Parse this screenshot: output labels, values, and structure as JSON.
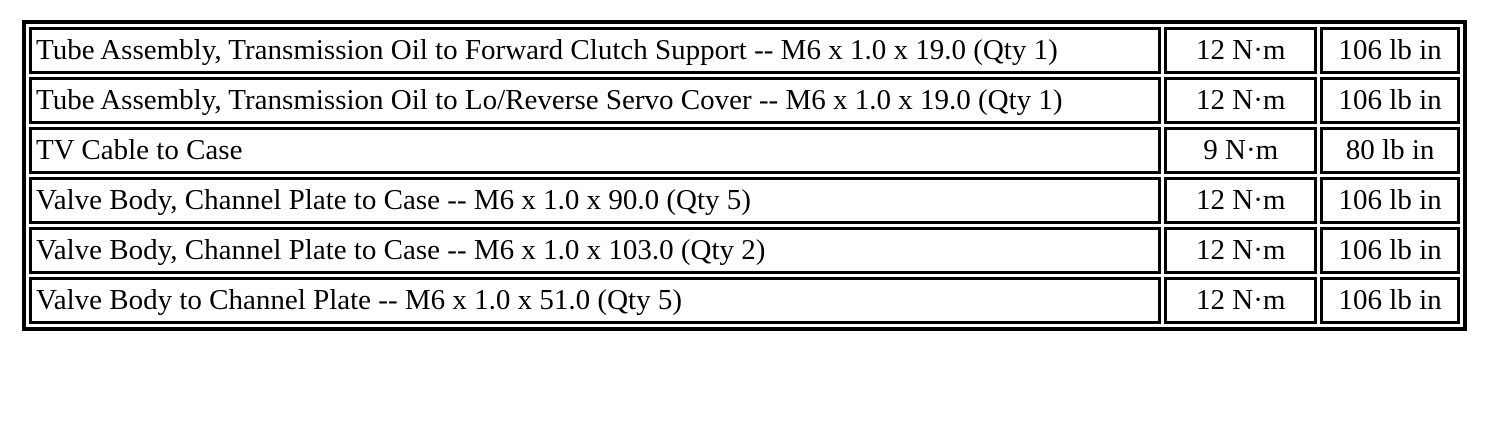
{
  "table": {
    "kind": "torque-specifications",
    "units": {
      "metric": "N·m",
      "imperial": "lb in"
    },
    "rows": [
      {
        "description": "Tube Assembly, Transmission Oil to Forward Clutch Support -- M6 x 1.0 x 19.0 (Qty 1)",
        "metric": "12 N·m",
        "imperial": "106 lb in"
      },
      {
        "description": "Tube Assembly, Transmission Oil to Lo/Reverse Servo Cover -- M6 x 1.0 x 19.0 (Qty 1)",
        "metric": "12 N·m",
        "imperial": "106 lb in"
      },
      {
        "description": "TV Cable to Case",
        "metric": "9 N·m",
        "imperial": "80 lb in"
      },
      {
        "description": "Valve Body, Channel Plate to Case -- M6 x 1.0 x 90.0 (Qty 5)",
        "metric": "12 N·m",
        "imperial": "106 lb in"
      },
      {
        "description": "Valve Body, Channel Plate to Case -- M6 x 1.0 x 103.0 (Qty 2)",
        "metric": "12 N·m",
        "imperial": "106 lb in"
      },
      {
        "description": "Valve Body to Channel Plate -- M6 x 1.0 x 51.0 (Qty 5)",
        "metric": "12 N·m",
        "imperial": "106 lb in"
      }
    ]
  }
}
